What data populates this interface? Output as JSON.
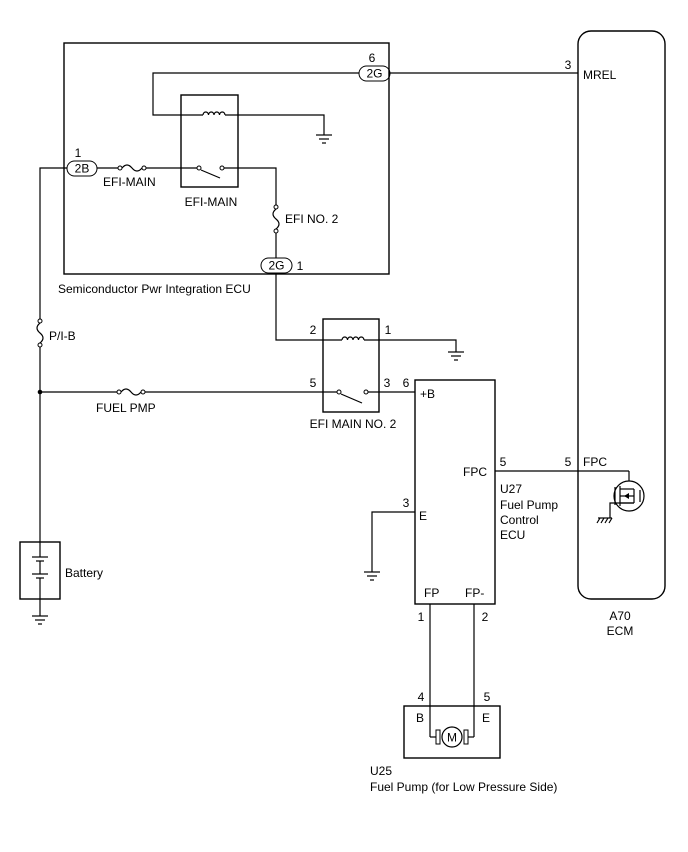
{
  "components": {
    "ipdu": {
      "name": "Semiconductor Pwr Integration ECU"
    },
    "ecm": {
      "code": "A70",
      "name": "ECM"
    },
    "fpecu": {
      "code": "U27",
      "name_line1": "Fuel Pump",
      "name_line2": "Control",
      "name_line3": "ECU"
    },
    "fuel_pump": {
      "code": "U25",
      "name": "Fuel Pump (for Low Pressure Side)"
    },
    "battery": {
      "name": "Battery"
    },
    "efi_main_relay": {
      "name": "EFI-MAIN"
    },
    "efi_main_no2_relay": {
      "name": "EFI MAIN NO. 2"
    }
  },
  "fuses": {
    "efi_main": "EFI-MAIN",
    "efi_no2": "EFI NO. 2",
    "pib": "P/I-B",
    "fuel_pmp": "FUEL PMP"
  },
  "connectors": {
    "c2g_top": "2G",
    "c2b": "2B",
    "c2g_bottom": "2G"
  },
  "pins": {
    "c2g_top": "6",
    "c2b": "1",
    "c2g_bottom": "1",
    "ecm_mrel": "3",
    "relay2_coil_left": "2",
    "relay2_coil_right": "1",
    "relay2_sw_left": "5",
    "relay2_sw_right": "3",
    "fpecu_b": "6",
    "fpecu_e": "3",
    "fpecu_fpc": "5",
    "ecm_fpc": "5",
    "fpecu_fp": "1",
    "fpecu_fpm": "2",
    "pump_b": "4",
    "pump_e": "5"
  },
  "terminals": {
    "ecm_mrel": "MREL",
    "ecm_fpc": "FPC",
    "fpecu_b": "+B",
    "fpecu_fpc": "FPC",
    "fpecu_e": "E",
    "fpecu_fp": "FP",
    "fpecu_fpm": "FP-",
    "pump_b": "B",
    "pump_e": "E",
    "motor": "M"
  }
}
